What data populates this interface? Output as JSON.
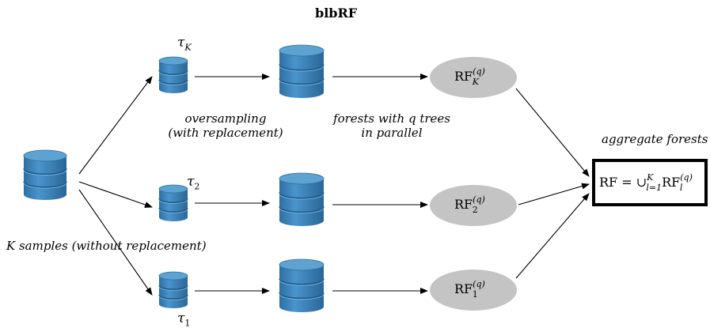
{
  "title": "blbRF",
  "labels": {
    "oversampling_line1": "oversampling",
    "oversampling_line2": "(with replacement)",
    "forests_line1": "forests with q trees",
    "forests_line2": "in parallel",
    "aggregate": "aggregate forests",
    "k_samples": "K samples (without replacement)"
  },
  "subsamples": [
    {
      "symbol": "τ",
      "index": "K"
    },
    {
      "symbol": "τ",
      "index": "2"
    },
    {
      "symbol": "τ",
      "index": "1"
    }
  ],
  "forests": [
    {
      "base": "RF",
      "sup": "(q)",
      "sub": "K"
    },
    {
      "base": "RF",
      "sup": "(q)",
      "sub": "2"
    },
    {
      "base": "RF",
      "sup": "(q)",
      "sub": "1"
    }
  ],
  "result": {
    "lhs": "RF = ∪",
    "union_sup": "K",
    "union_sub": "l=1",
    "rf": "RF",
    "rf_sup": "(q)",
    "rf_sub": "l"
  },
  "colors": {
    "db_fill": "#3f86bc",
    "db_top": "#5ea2d2",
    "ellipse_fill": "#c4c4c4",
    "arrow": "#000000"
  }
}
